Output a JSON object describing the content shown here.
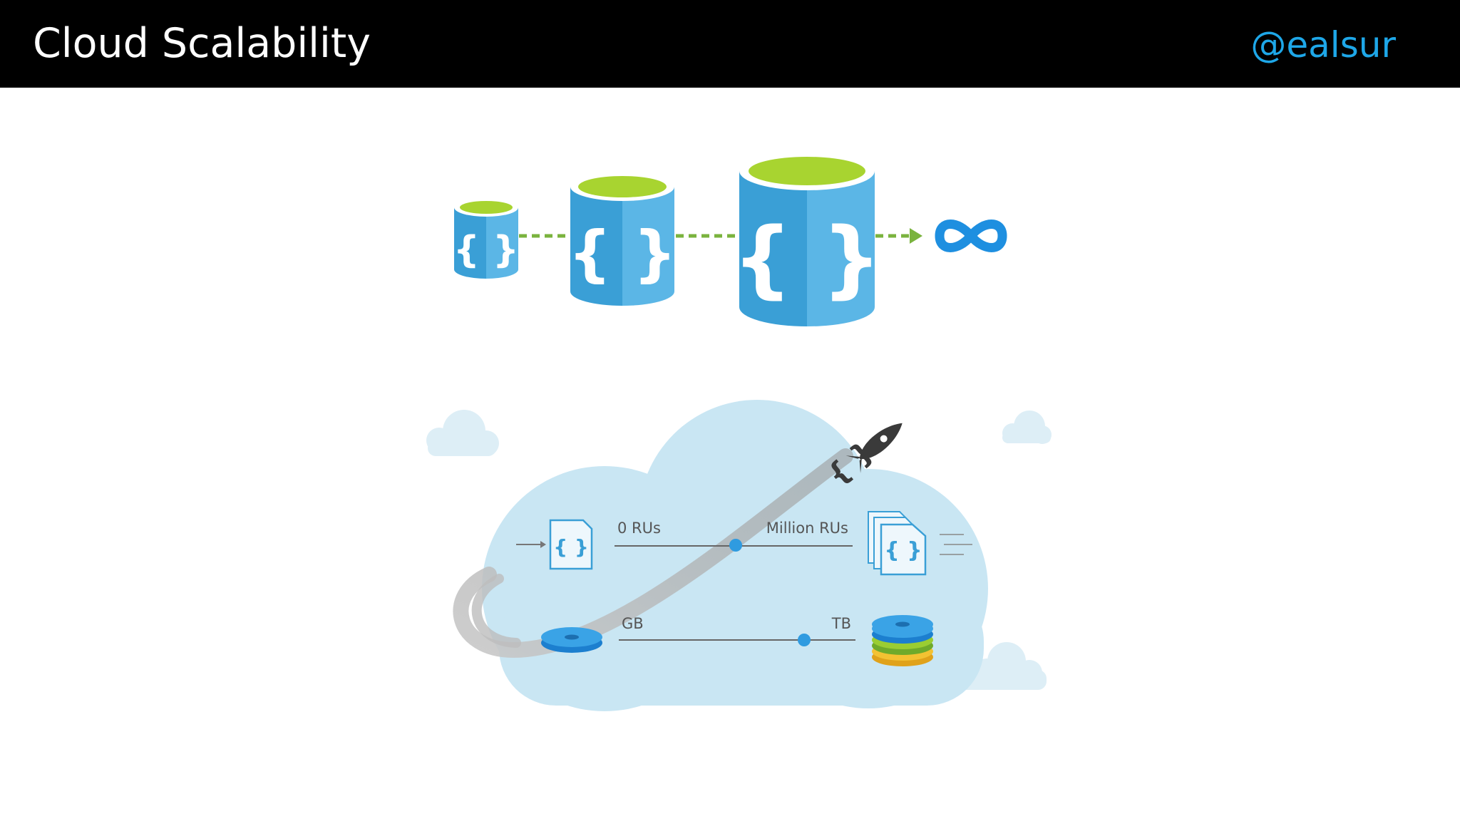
{
  "slide": {
    "title": "Cloud Scalability",
    "handle": "@ealsur"
  },
  "diagram": {
    "throughput": {
      "min_label": "0 RUs",
      "max_label": "Million RUs"
    },
    "storage": {
      "min_label": "GB",
      "max_label": "TB"
    }
  },
  "colors": {
    "header_bg": "#000000",
    "title_text": "#ffffff",
    "handle_text": "#1ea7e8",
    "database_blue": "#3a9fd6",
    "database_lime": "#a8d430",
    "infinity_blue": "#1e8fe0",
    "cloud_fill": "#c9e6f3",
    "rocket_dark": "#3a3a3a"
  },
  "icons": {
    "database": "database-icon",
    "infinity": "infinity-icon",
    "rocket": "rocket-icon",
    "document": "document-icon",
    "disk": "disk-icon"
  }
}
